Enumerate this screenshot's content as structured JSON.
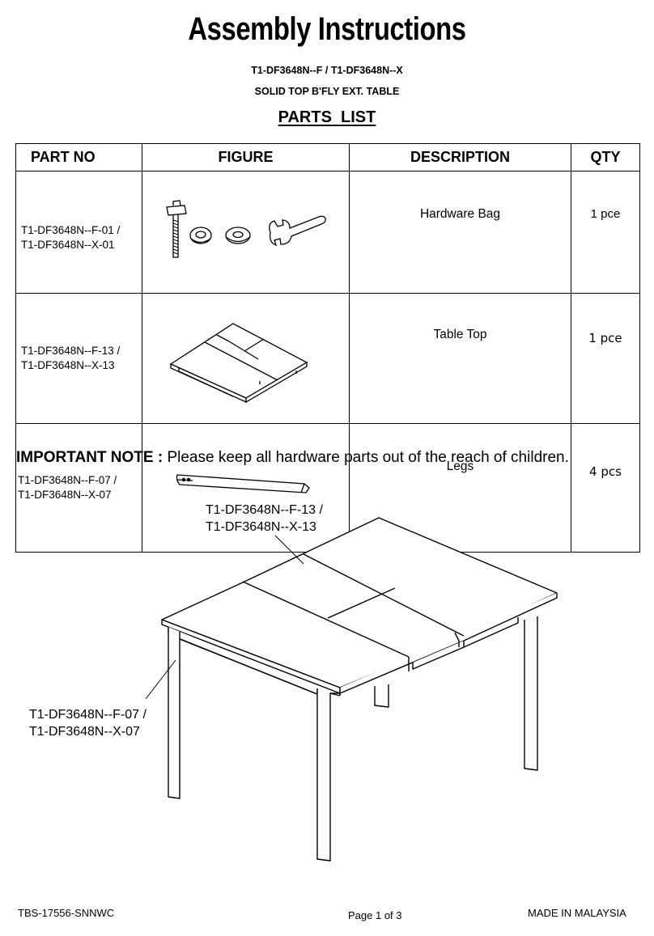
{
  "header": {
    "title": "Assembly Instructions",
    "model": "T1-DF3648N--F / T1-DF3648N--X",
    "product": "SOLID TOP B'FLY EXT. TABLE",
    "parts_list_title": "PARTS  LIST"
  },
  "table": {
    "headers": [
      "PART NO",
      "FIGURE",
      "DESCRIPTION",
      "QTY"
    ],
    "rows": [
      {
        "part_no": [
          "T1-DF3648N--F-01 /",
          "T1-DF3648N--X-01"
        ],
        "figure": "hardware-bag-figure",
        "description": "Hardware Bag",
        "qty": "1 pce"
      },
      {
        "part_no": [
          "T1-DF3648N--F-13 /",
          "T1-DF3648N--X-13"
        ],
        "figure": "table-top-figure",
        "description": "Table Top",
        "qty": "1 pce"
      },
      {
        "part_no": [
          "T1-DF3648N--F-07 /",
          "T1-DF3648N--X-07"
        ],
        "figure": "leg-figure",
        "description": "Legs",
        "qty": "4 pcs"
      }
    ]
  },
  "note": {
    "label": "IMPORTANT NOTE :",
    "text": " Please keep all hardware parts out of the reach of children."
  },
  "diagram": {
    "top_callout": [
      "T1-DF3648N--F-13 /",
      "T1-DF3648N--X-13"
    ],
    "leg_callout": [
      "T1-DF3648N--F-07 /",
      "T1-DF3648N--X-07"
    ]
  },
  "footer": {
    "left": "TBS-17556-SNNWC",
    "center": "Page 1 of 3",
    "right": "MADE IN MALAYSIA"
  }
}
